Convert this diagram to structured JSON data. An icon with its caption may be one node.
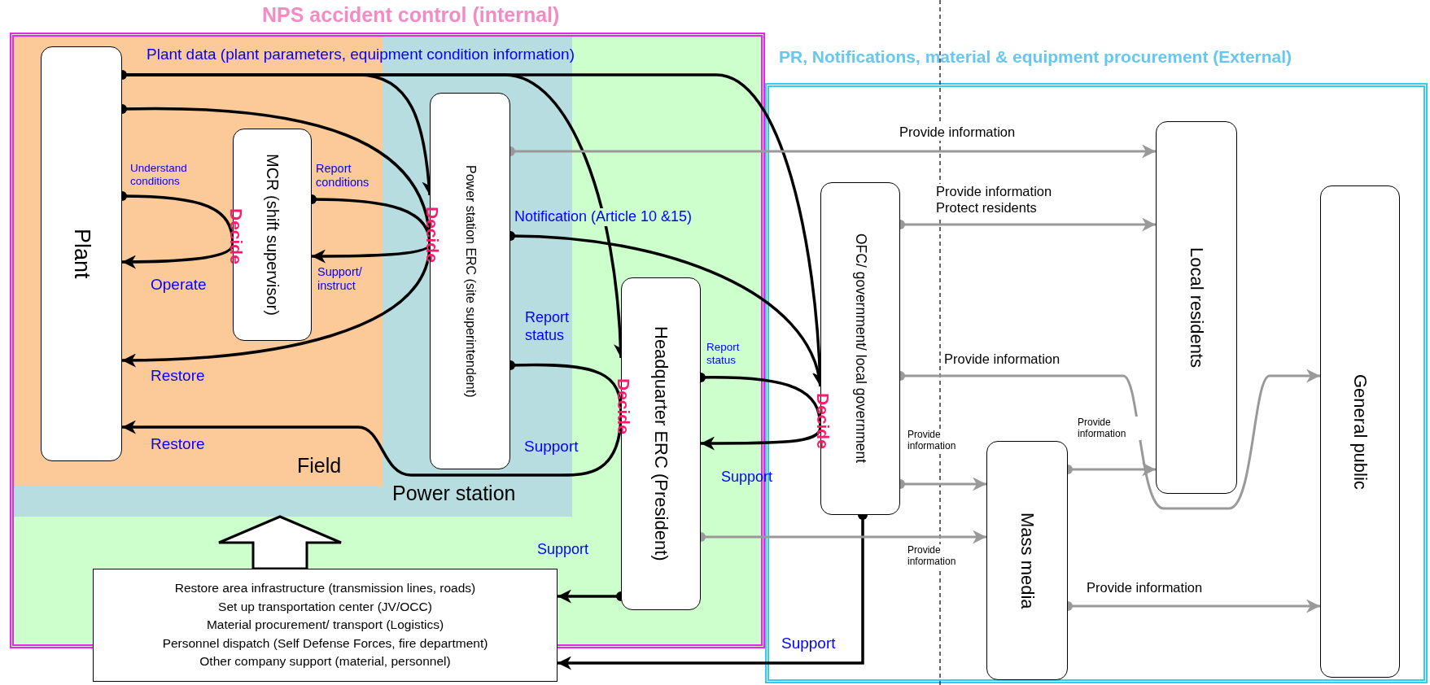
{
  "diagram": {
    "nodes": [
      {
        "text": [
          "NPS accident control (internal)"
        ]
      },
      {
        "text": [
          "Power station"
        ],
        "in": 0
      },
      {
        "text": [
          "Field"
        ],
        "in": 1
      },
      {
        "text": [
          "Plant"
        ],
        "in": 2
      },
      {
        "text": [
          "MCR (shift supervisor)"
        ],
        "in": 2
      },
      {
        "text": [
          "Power station ERC (site superintendent)"
        ],
        "in": 1
      },
      {
        "text": [
          "Headquarter ERC (President)"
        ],
        "in": 0
      },
      {
        "text": [
          "Restore area infrastructure (transmission lines, roads)",
          "Set up transportation center (JV/OCC)",
          "Material procurement/ transport (Logistics)",
          "Personnel dispatch (Self Defense Forces, fire department)",
          "Other company support (material, personnel)"
        ]
      },
      {
        "text": [
          "PR, Notifications, material & equipment procurement (External)"
        ]
      },
      {
        "text": [
          "OFC/ government/ local government"
        ],
        "in": 8
      },
      {
        "text": [
          "Local residents"
        ],
        "in": 8
      },
      {
        "text": [
          "General public"
        ],
        "in": 8
      },
      {
        "text": [
          "Mass media"
        ],
        "in": 8
      }
    ],
    "edges": [
      {
        "from": 3,
        "to": 5,
        "arrow": "to",
        "label": "Plant data (plant parameters, equipment condition information)"
      },
      {
        "from": 3,
        "to": 6,
        "arrow": "to"
      },
      {
        "from": 3,
        "to": 9,
        "arrow": "to"
      },
      {
        "from": 3,
        "to": 4,
        "arrow": "other",
        "label": "Understand conditions"
      },
      {
        "from": 4,
        "to": 3,
        "arrow": "to",
        "label": "Operate"
      },
      {
        "from": 4,
        "to": 5,
        "arrow": "other",
        "label": "Report conditions"
      },
      {
        "from": 5,
        "to": 4,
        "arrow": "to",
        "label": "Support/ instruct"
      },
      {
        "from": 3,
        "to": 5,
        "arrow": "other"
      },
      {
        "from": 5,
        "to": 3,
        "arrow": "to",
        "label": "Restore"
      },
      {
        "from": 5,
        "to": 6,
        "arrow": "other",
        "label": "Report status"
      },
      {
        "from": 6,
        "to": 3,
        "arrow": "to",
        "label": "Restore"
      },
      {
        "from": 6,
        "to": 9,
        "arrow": "other",
        "label": "Report status"
      },
      {
        "from": 9,
        "to": 6,
        "arrow": "to",
        "label": "Support"
      },
      {
        "from": 5,
        "to": 9,
        "arrow": "to",
        "label": "Notification (Article 10 &15)"
      },
      {
        "from": 6,
        "to": 7,
        "arrow": "to",
        "label": "Support"
      },
      {
        "from": 9,
        "to": 7,
        "arrow": "to",
        "label": "Support"
      },
      {
        "from": 7,
        "to": 1,
        "arrow": "to",
        "style": "thick"
      },
      {
        "from": 5,
        "to": 10,
        "arrow": "to",
        "label": "Provide information",
        "color": "#999999"
      },
      {
        "from": 9,
        "to": 10,
        "arrow": "to",
        "label": "Provide information Protect residents",
        "color": "#999999"
      },
      {
        "from": 9,
        "to": 11,
        "arrow": "to",
        "label": "Provide information",
        "color": "#999999"
      },
      {
        "from": 9,
        "to": 12,
        "arrow": "to",
        "label": "Provide information",
        "color": "#999999"
      },
      {
        "from": 6,
        "to": 12,
        "arrow": "to",
        "label": "Provide information",
        "color": "#999999"
      },
      {
        "from": 12,
        "to": 10,
        "arrow": "to",
        "label": "Provide information",
        "color": "#999999"
      },
      {
        "from": 12,
        "to": 11,
        "arrow": "to",
        "label": "Provide information",
        "color": "#999999"
      }
    ],
    "labels": [
      "Decide",
      "Decide",
      "Decide",
      "Decide",
      "Support"
    ]
  }
}
